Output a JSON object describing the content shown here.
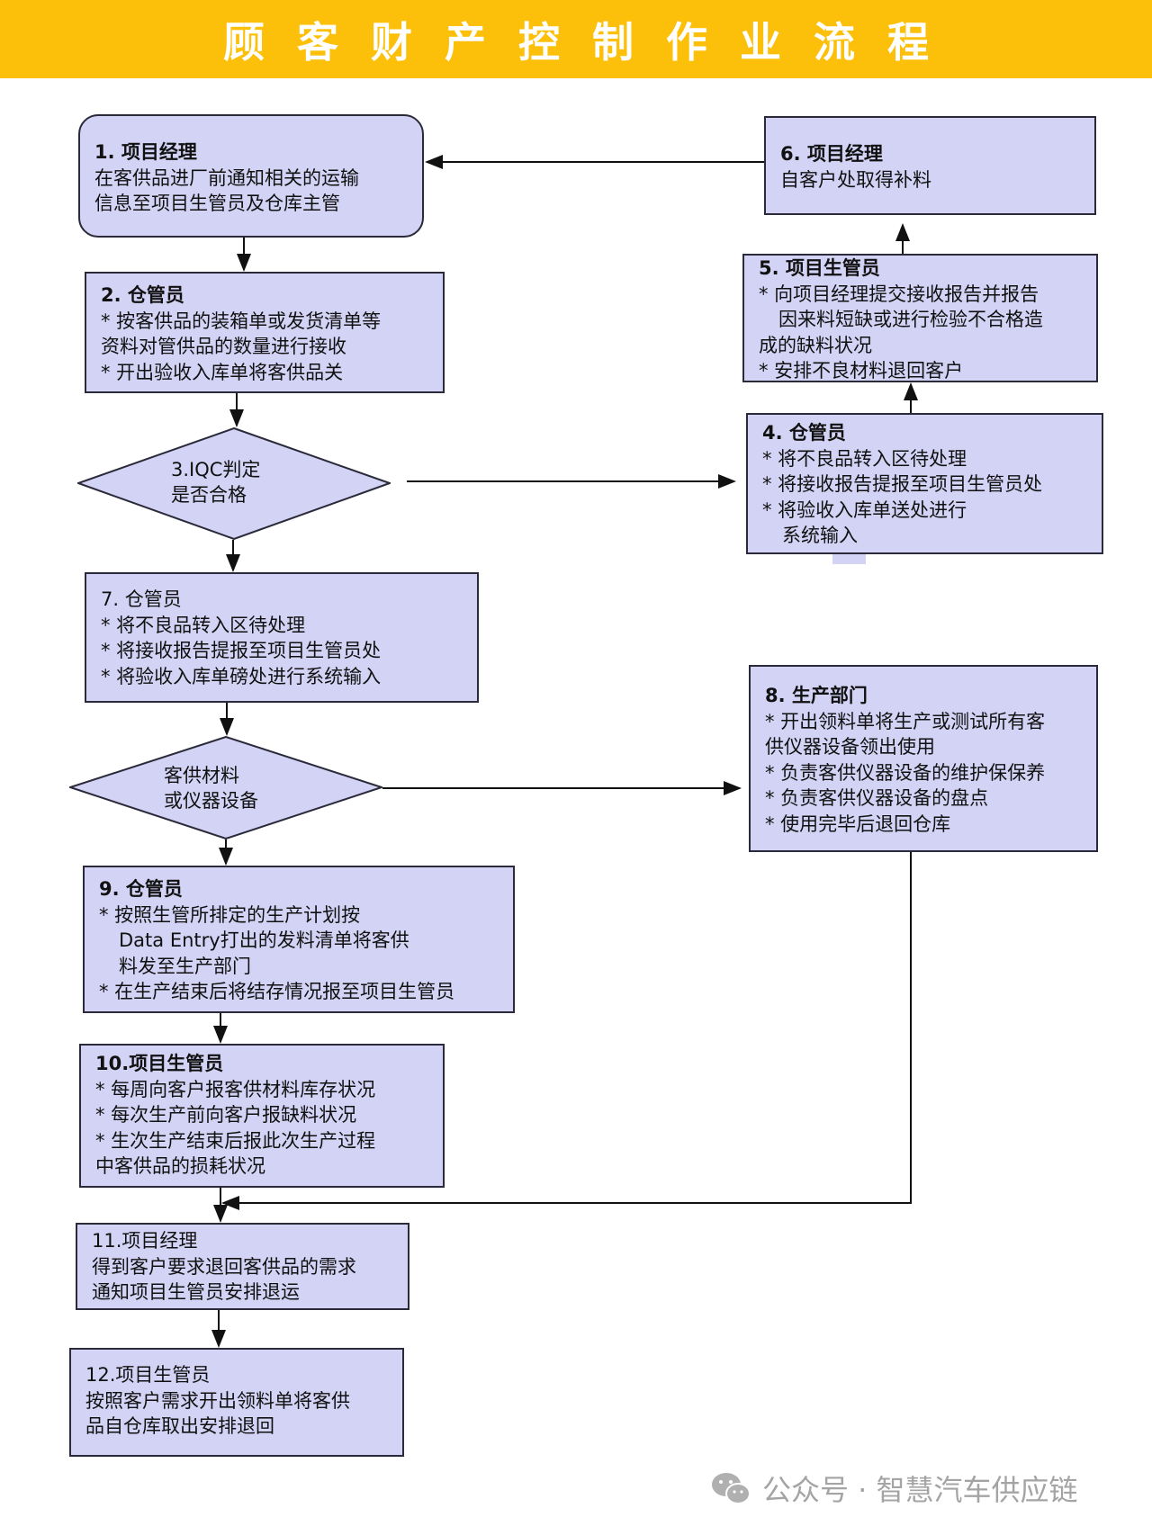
{
  "title": "顾客财产控制作业流程",
  "colors": {
    "header": "#fcc00a",
    "box_fill": "#d3d3f5",
    "border": "#2a2a3a"
  },
  "nodes": {
    "n1": {
      "title": "1. 项目经理",
      "lines": [
        "在客供品进厂前通知相关的运输",
        "信息至项目生管员及仓库主管"
      ]
    },
    "n2": {
      "title": "2. 仓管员",
      "lines": [
        "* 按客供品的装箱单或发货清单等",
        "资料对管供品的数量进行接收",
        "* 开出验收入库单将客供品关"
      ]
    },
    "n3": {
      "lines": [
        "3.IQC判定",
        "是否合格"
      ]
    },
    "n4": {
      "title": "4. 仓管员",
      "lines": [
        "* 将不良品转入区待处理",
        "* 将接收报告提报至项目生管员处",
        "* 将验收入库单送处进行",
        "系统输入"
      ]
    },
    "n5": {
      "title": "5. 项目生管员",
      "lines": [
        "* 向项目经理提交接收报告并报告",
        "因来料短缺或进行检验不合格造",
        "成的缺料状况",
        "* 安排不良材料退回客户"
      ]
    },
    "n6": {
      "title": "6. 项目经理",
      "lines": [
        "自客户处取得补料"
      ]
    },
    "n7": {
      "title": "7. 仓管员",
      "lines": [
        "* 将不良品转入区待处理",
        "* 将接收报告提报至项目生管员处",
        "* 将验收入库单磅处进行系统输入"
      ]
    },
    "d2": {
      "lines": [
        "客供材料",
        "或仪器设备"
      ]
    },
    "n8": {
      "title": "8. 生产部门",
      "lines": [
        "* 开出领料单将生产或测试所有客",
        "供仪器设备领出使用",
        "* 负责客供仪器设备的维护保保养",
        "* 负责客供仪器设备的盘点",
        "* 使用完毕后退回仓库"
      ]
    },
    "n9": {
      "title": "9. 仓管员",
      "lines": [
        "* 按照生管所排定的生产计划按",
        "Data Entry打出的发料清单将客供",
        "料发至生产部门",
        "* 在生产结束后将结存情况报至项目生管员"
      ]
    },
    "n10": {
      "title": "10.项目生管员",
      "lines": [
        "* 每周向客户报客供材料库存状况",
        "* 每次生产前向客户报缺料状况",
        "* 生次生产结束后报此次生产过程",
        "中客供品的损耗状况"
      ]
    },
    "n11": {
      "title": "11.项目经理",
      "lines": [
        "得到客户要求退回客供品的需求",
        "通知项目生管员安排退运"
      ]
    },
    "n12": {
      "title": "12.项目生管员",
      "lines": [
        "按照客户需求开出领料单将客供",
        "品自仓库取出安排退回"
      ]
    }
  },
  "watermark": {
    "icon": "wechat-icon",
    "text": "公众号 · 智慧汽车供应链"
  }
}
